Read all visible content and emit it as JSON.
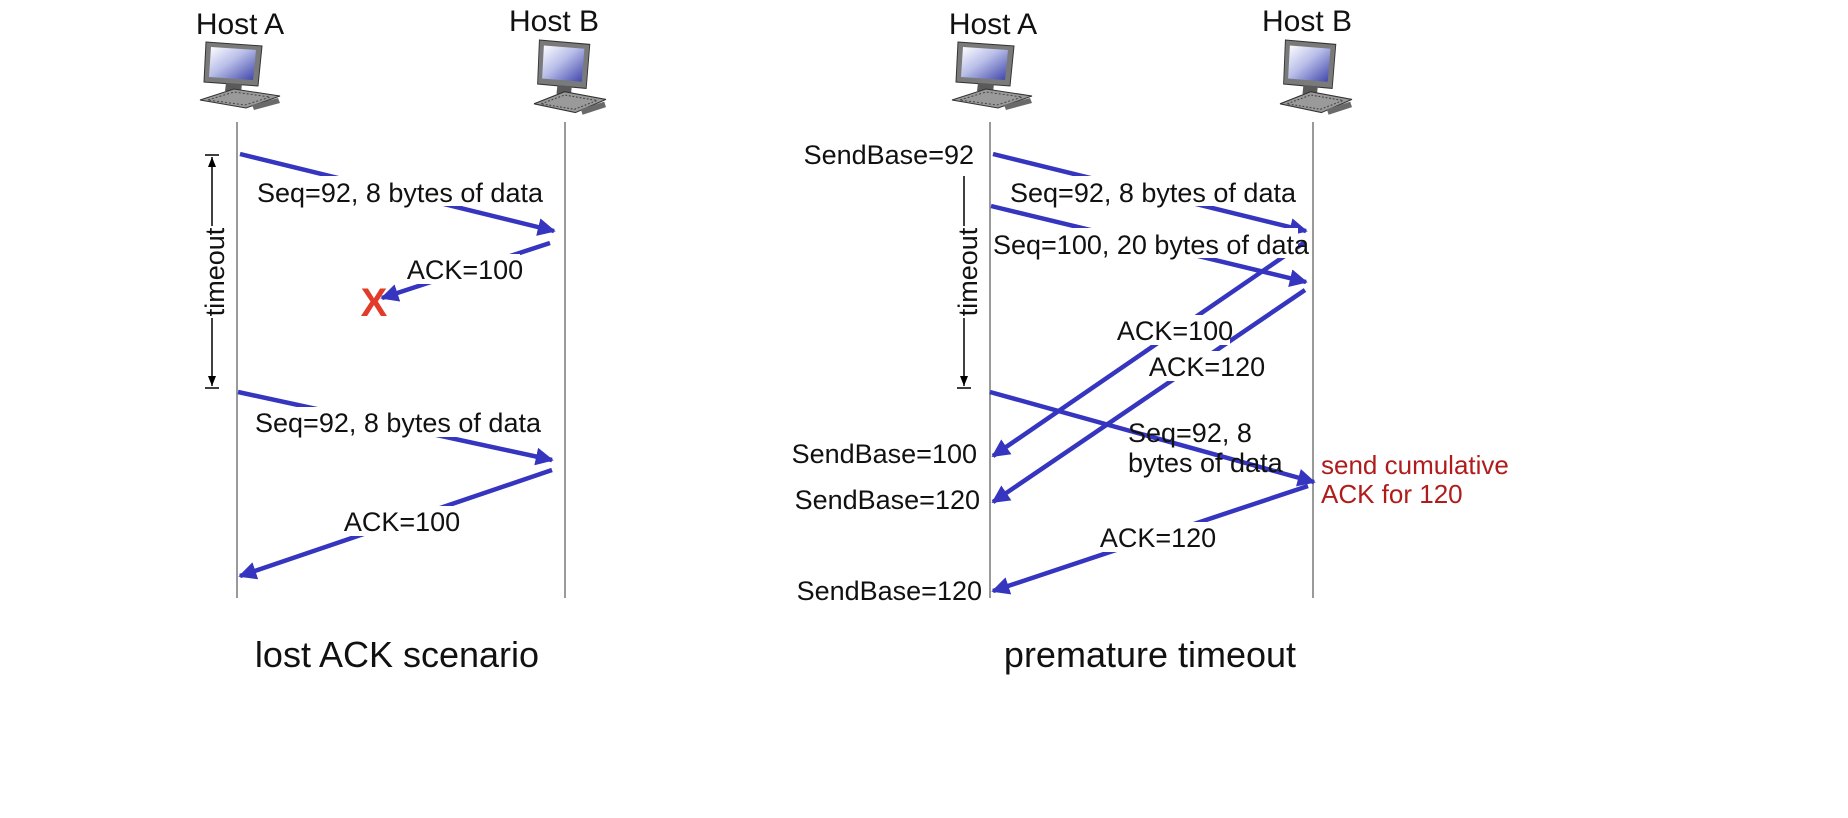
{
  "colors": {
    "arrow": "#3535c0",
    "timeline": "#9a9a9a",
    "text": "#111111",
    "lost_marker": "#e23b2a",
    "annotation": "#b01c1c"
  },
  "icons": [
    "computer-icon",
    "lost-x-icon",
    "timer-arrow-icon"
  ],
  "left": {
    "host_a": "Host A",
    "host_b": "Host B",
    "timeout": "timeout",
    "seg1": "Seq=92, 8 bytes of data",
    "ack1": "ACK=100",
    "lost_mark": "X",
    "seg2": "Seq=92, 8 bytes of data",
    "ack2": "ACK=100",
    "caption": "lost ACK scenario"
  },
  "right": {
    "host_a": "Host A",
    "host_b": "Host B",
    "timeout": "timeout",
    "sendbase_92": "SendBase=92",
    "seg1": "Seq=92, 8 bytes of data",
    "seg2": "Seq=100, 20 bytes of data",
    "ack1": "ACK=100",
    "ack2": "ACK=120",
    "seg3_line1": "Seq=92,  8",
    "seg3_line2": "bytes of data",
    "sendbase_100": "SendBase=100",
    "sendbase_120_a": "SendBase=120",
    "ack3": "ACK=120",
    "sendbase_120_b": "SendBase=120",
    "note_line1": "send cumulative",
    "note_line2": "ACK for 120",
    "caption": "premature timeout"
  }
}
